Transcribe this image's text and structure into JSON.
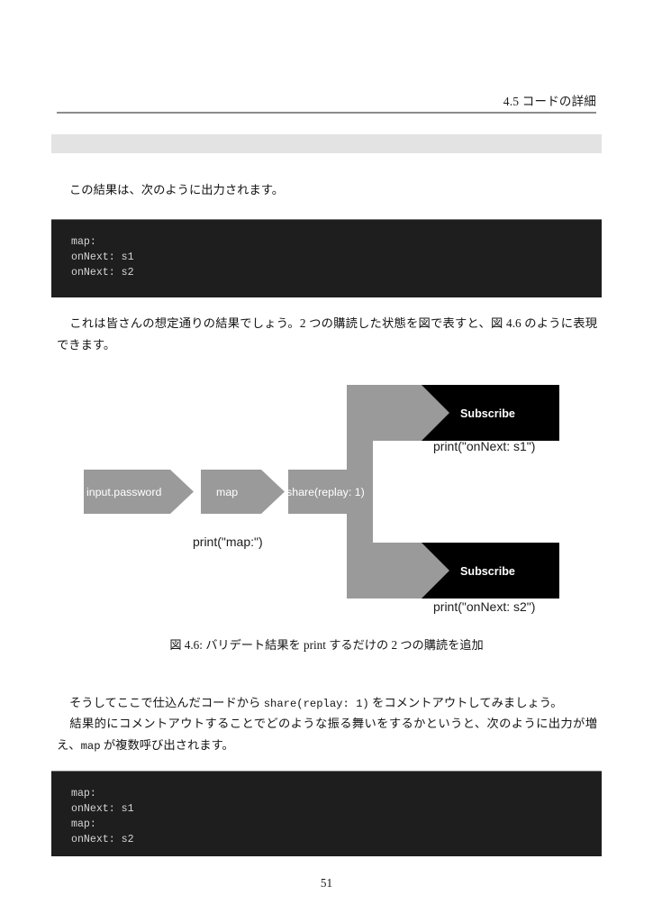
{
  "page": {
    "header_title": "4.5 コードの詳細",
    "page_number": "51",
    "colors": {
      "code_background": "#1e1e1e",
      "code_text": "#d6d6d6",
      "band": "#e3e3e3",
      "rule": "#8c8c8c",
      "diagram_gray": "#9a9a9a",
      "diagram_black": "#000000",
      "page_background": "#ffffff"
    }
  },
  "paragraphs": {
    "p1": "この結果は、次のように出力されます。",
    "p2": "これは皆さんの想定通りの結果でしょう。2 つの購読した状態を図で表すと、図 4.6 のように表現できます。",
    "p3_a": "そうしてここで仕込んだコードから ",
    "p3_code": "share(replay: 1)",
    "p3_b": " をコメントアウトしてみましょう。",
    "p4_a": "結果的にコメントアウトすることでどのような振る舞いをするかというと、次のように出力が増え、",
    "p4_code": "map",
    "p4_b": " が複数呼び出されます。"
  },
  "code_blocks": {
    "first": {
      "lines": [
        "map:",
        "onNext: s1",
        "onNext: s2"
      ]
    },
    "second": {
      "lines": [
        "map:",
        "onNext: s1",
        "map:",
        "onNext: s2"
      ]
    }
  },
  "figure": {
    "caption": "図 4.6: バリデート結果を print するだけの 2 つの購読を追加",
    "nodes": {
      "input": "input.password",
      "map": "map",
      "share": "share(replay: 1)",
      "subscribe_top": "Subscribe",
      "subscribe_bottom": "Subscribe"
    },
    "annotations": {
      "print_map": "print(\"map:\")",
      "print_s1": "print(\"onNext: s1\")",
      "print_s2": "print(\"onNext: s2\")"
    }
  }
}
